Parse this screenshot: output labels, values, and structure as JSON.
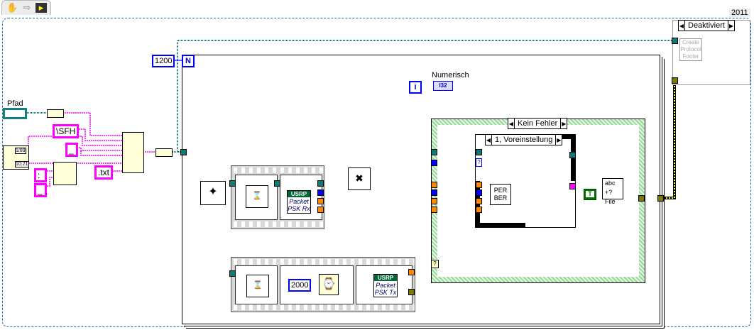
{
  "toolbar": {
    "icons": [
      "hand-tool-icon",
      "arrow-icon",
      "vi-icon"
    ],
    "year": "2011"
  },
  "controls": {
    "path_label": "Pfad",
    "sfh_const": "\\SFH",
    "underscore_const": "_",
    "colon_const": ":",
    "underscore_const2": "_",
    "txt_const": ".txt",
    "date_top": "1/89",
    "date_bottom": "10:21"
  },
  "loop": {
    "count": "1200",
    "n_label": "N",
    "i_label": "i",
    "numerisch_label": "Numerisch",
    "numerisch_type": "I32"
  },
  "sequence_rx": {
    "usrp_header": "USRP",
    "usrp_line1": "Packet",
    "usrp_line2": "PSK Rx"
  },
  "sequence_tx": {
    "wait_ms": "2000",
    "usrp_header": "USRP",
    "usrp_line1": "Packet",
    "usrp_line2": "PSK Tx"
  },
  "error_case": {
    "selector": "Kein Fehler"
  },
  "inner_case": {
    "selector": "1, Voreinstellung",
    "per_ber_line1": "PER",
    "per_ber_line2": "BER",
    "unknown_marker": "?"
  },
  "write_file": {
    "abc": "abc",
    "file_label": "+? File",
    "bool_const": "T",
    "unknown_marker": "?"
  },
  "disabled_structure": {
    "selector": "Deaktiviert",
    "footer_node": [
      "Create",
      "Protocol",
      "Footer"
    ]
  },
  "colors": {
    "string_wire": "#ff00ff",
    "path_wire": "#0e7a78",
    "int_wire": "#0000ff",
    "dbl_wire": "#ff8800",
    "error_wire": "#7a7a00"
  }
}
